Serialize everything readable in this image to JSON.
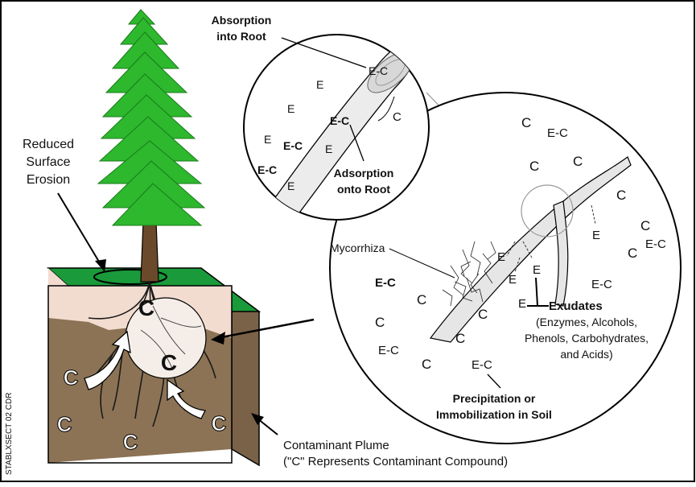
{
  "labels": {
    "reduced_erosion": [
      "Reduced",
      "Surface",
      "Erosion"
    ],
    "absorption": [
      "Absorption",
      "into Root"
    ],
    "adsorption": [
      "Adsorption",
      "onto Root"
    ],
    "mycorrhiza": "Mycorrhiza",
    "exudates_title": "Exudates",
    "exudates_detail": [
      "(Enzymes, Alcohols,",
      "Phenols, Carbohydrates,",
      "and Acids)"
    ],
    "precipitation": [
      "Precipitation or",
      "Immobilization in Soil"
    ],
    "plume": [
      "Contaminant Plume",
      "(\"C\" Represents Contaminant Compound)"
    ],
    "file_code": "STABLXSECT 02 CDR"
  },
  "symbols": {
    "contaminant": "C",
    "enzyme": "E",
    "complex": "E-C"
  },
  "colors": {
    "foliage": "#2db82d",
    "grass": "#1a9a3a",
    "topsoil": "#f2dcd0",
    "subsoil": "#8c7355",
    "trunk": "#6b4a2b",
    "outline": "#000000"
  }
}
